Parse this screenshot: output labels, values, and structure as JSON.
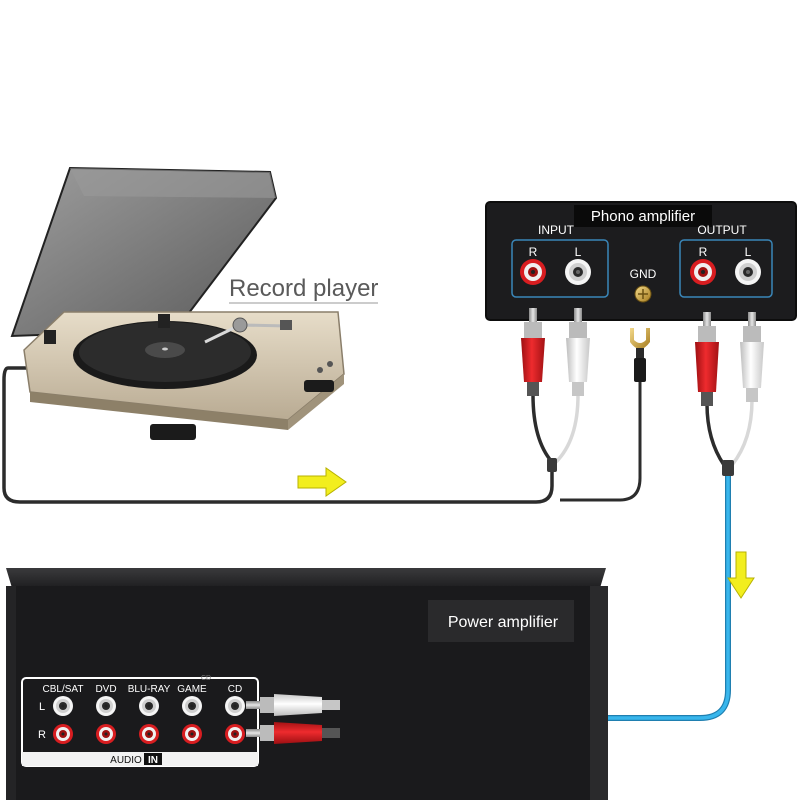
{
  "labels": {
    "record_player": "Record player",
    "phono_amplifier": "Phono amplifier",
    "input": "INPUT",
    "output": "OUTPUT",
    "in_r": "R",
    "in_l": "L",
    "out_r": "R",
    "out_l": "L",
    "gnd": "GND",
    "power_amplifier": "Power amplifier",
    "pa_row_l": "L",
    "pa_row_r": "R",
    "pa_cols": [
      "CBL/SAT",
      "DVD",
      "BLU-RAY",
      "GAME",
      "CD"
    ],
    "cd_small": "CD",
    "audio": "AUDIO",
    "in_badge": "IN"
  },
  "colors": {
    "red_plug": "#d81d20",
    "white_plug": "#f2f2f2",
    "blue_cable": "#2ba3dc",
    "signal_arrow": "#f2ee1e",
    "panel_border": "#3a86b8",
    "device_dark": "#1c1c1e"
  }
}
